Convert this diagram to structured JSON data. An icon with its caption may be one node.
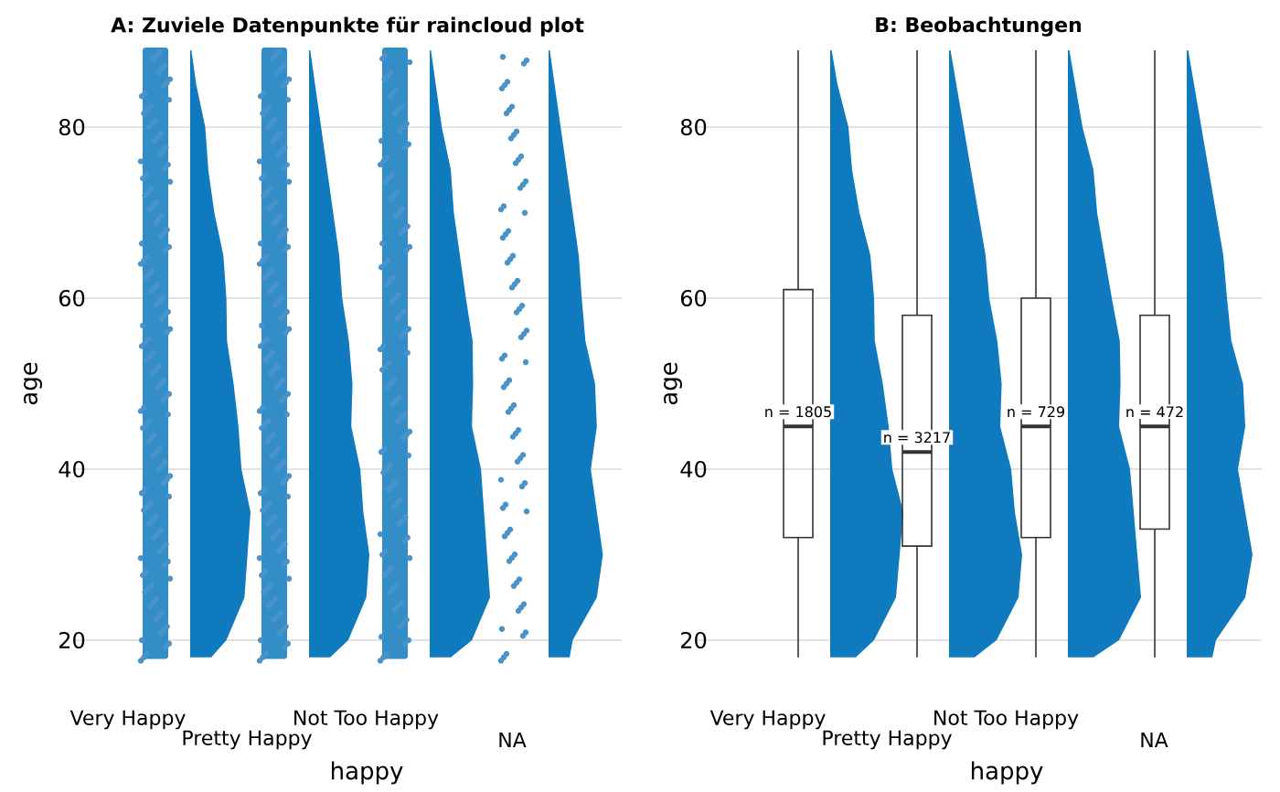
{
  "diagram": {
    "labels": [
      "A: Zuviele Datenpunkte für raincloud plot",
      "B: Beobachtungen",
      "80",
      "60",
      "40",
      "20",
      "age",
      "Very Happy",
      "Pretty Happy",
      "Not Too Happy",
      "NA",
      "happy",
      "80",
      "60",
      "40",
      "20",
      "age",
      "n = 1805",
      "n = 3217",
      "n = 729",
      "n = 472",
      "Very Happy",
      "Pretty Happy",
      "Not Too Happy",
      "NA",
      "happy"
    ]
  }
}
